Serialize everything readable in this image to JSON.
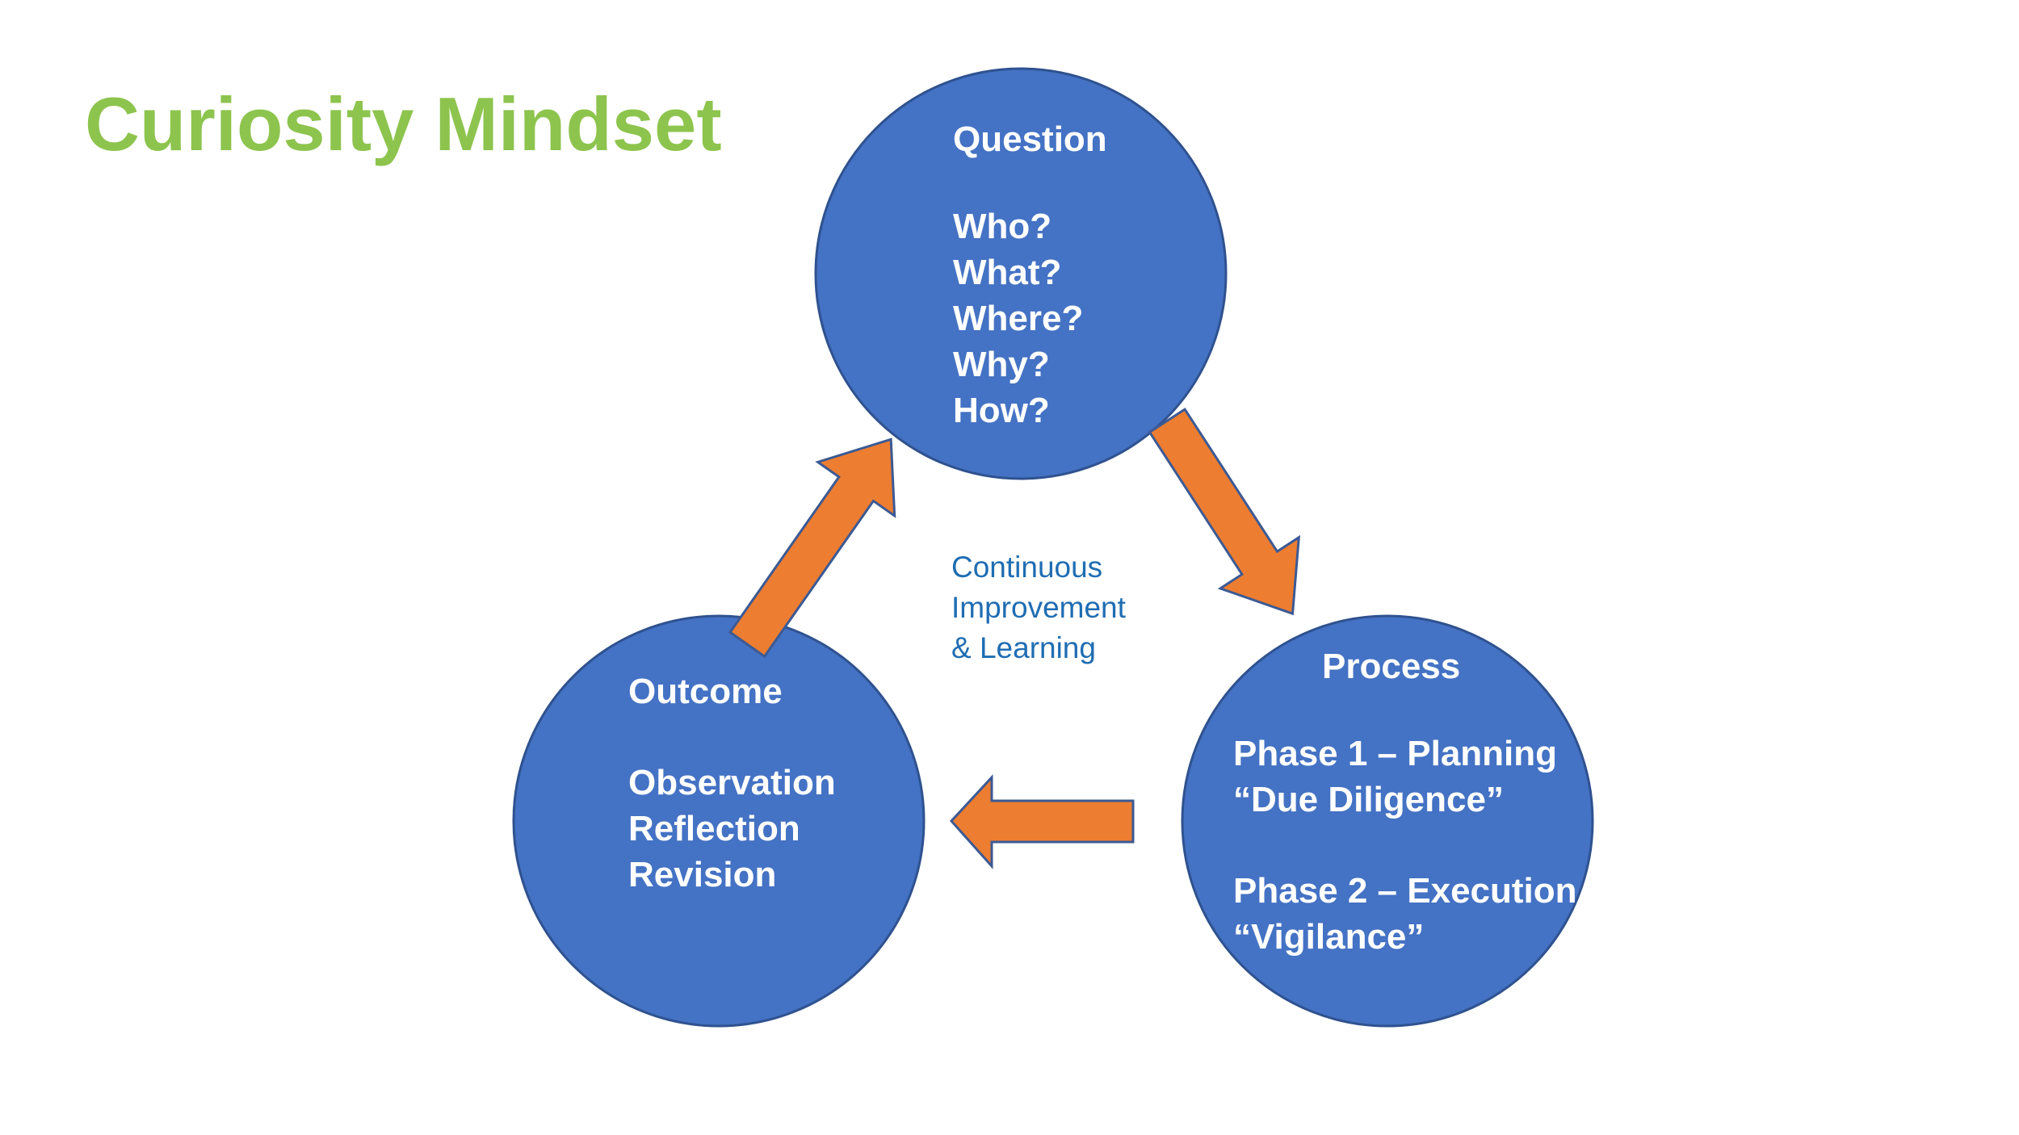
{
  "title": "Curiosity Mindset",
  "colors": {
    "title": "#8dc44e",
    "circle_fill": "#4472c4",
    "circle_stroke": "#2f528f",
    "arrow_fill": "#ed7d31",
    "arrow_stroke": "#3c5a94",
    "center_text": "#1f6db3"
  },
  "question": {
    "heading": "Question",
    "items": [
      "Who?",
      "What?",
      "Where?",
      "Why?",
      "How?"
    ]
  },
  "process": {
    "heading": "Process",
    "phase1": {
      "name": "Phase 1 – Planning",
      "quote": "“Due Diligence”"
    },
    "phase2": {
      "name": "Phase 2 – Execution",
      "quote": "“Vigilance”"
    }
  },
  "outcome": {
    "heading": "Outcome",
    "items": [
      "Observation",
      "Reflection",
      "Revision"
    ]
  },
  "center": {
    "lines": [
      "Continuous",
      "Improvement",
      "& Learning"
    ]
  }
}
